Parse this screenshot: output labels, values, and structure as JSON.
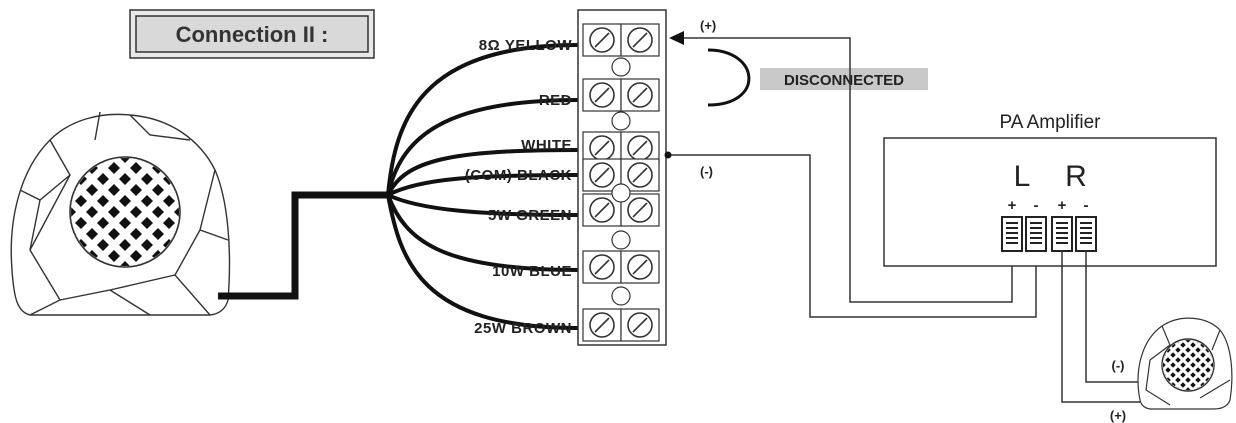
{
  "title": "Connection II :",
  "terminal_labels": [
    "8Ω  YELLOW",
    "RED",
    "WHITE",
    "(COM)  BLACK",
    "5W  GREEN",
    "10W  BLUE",
    "25W  BROWN"
  ],
  "disconnected_label": "DISCONNECTED",
  "polarity": {
    "plus": "(+)",
    "minus": "(-)"
  },
  "amplifier": {
    "title": "PA Amplifier",
    "left_channel": "L",
    "right_channel": "R",
    "terminal_signs": [
      "+",
      "-",
      "+",
      "-"
    ]
  },
  "small_speaker_polarity": {
    "minus": "(-)",
    "plus": "(+)"
  },
  "colors": {
    "line": "#222222",
    "label_bg": "#c8c8c8",
    "title_bg": "#d9d9d9"
  }
}
